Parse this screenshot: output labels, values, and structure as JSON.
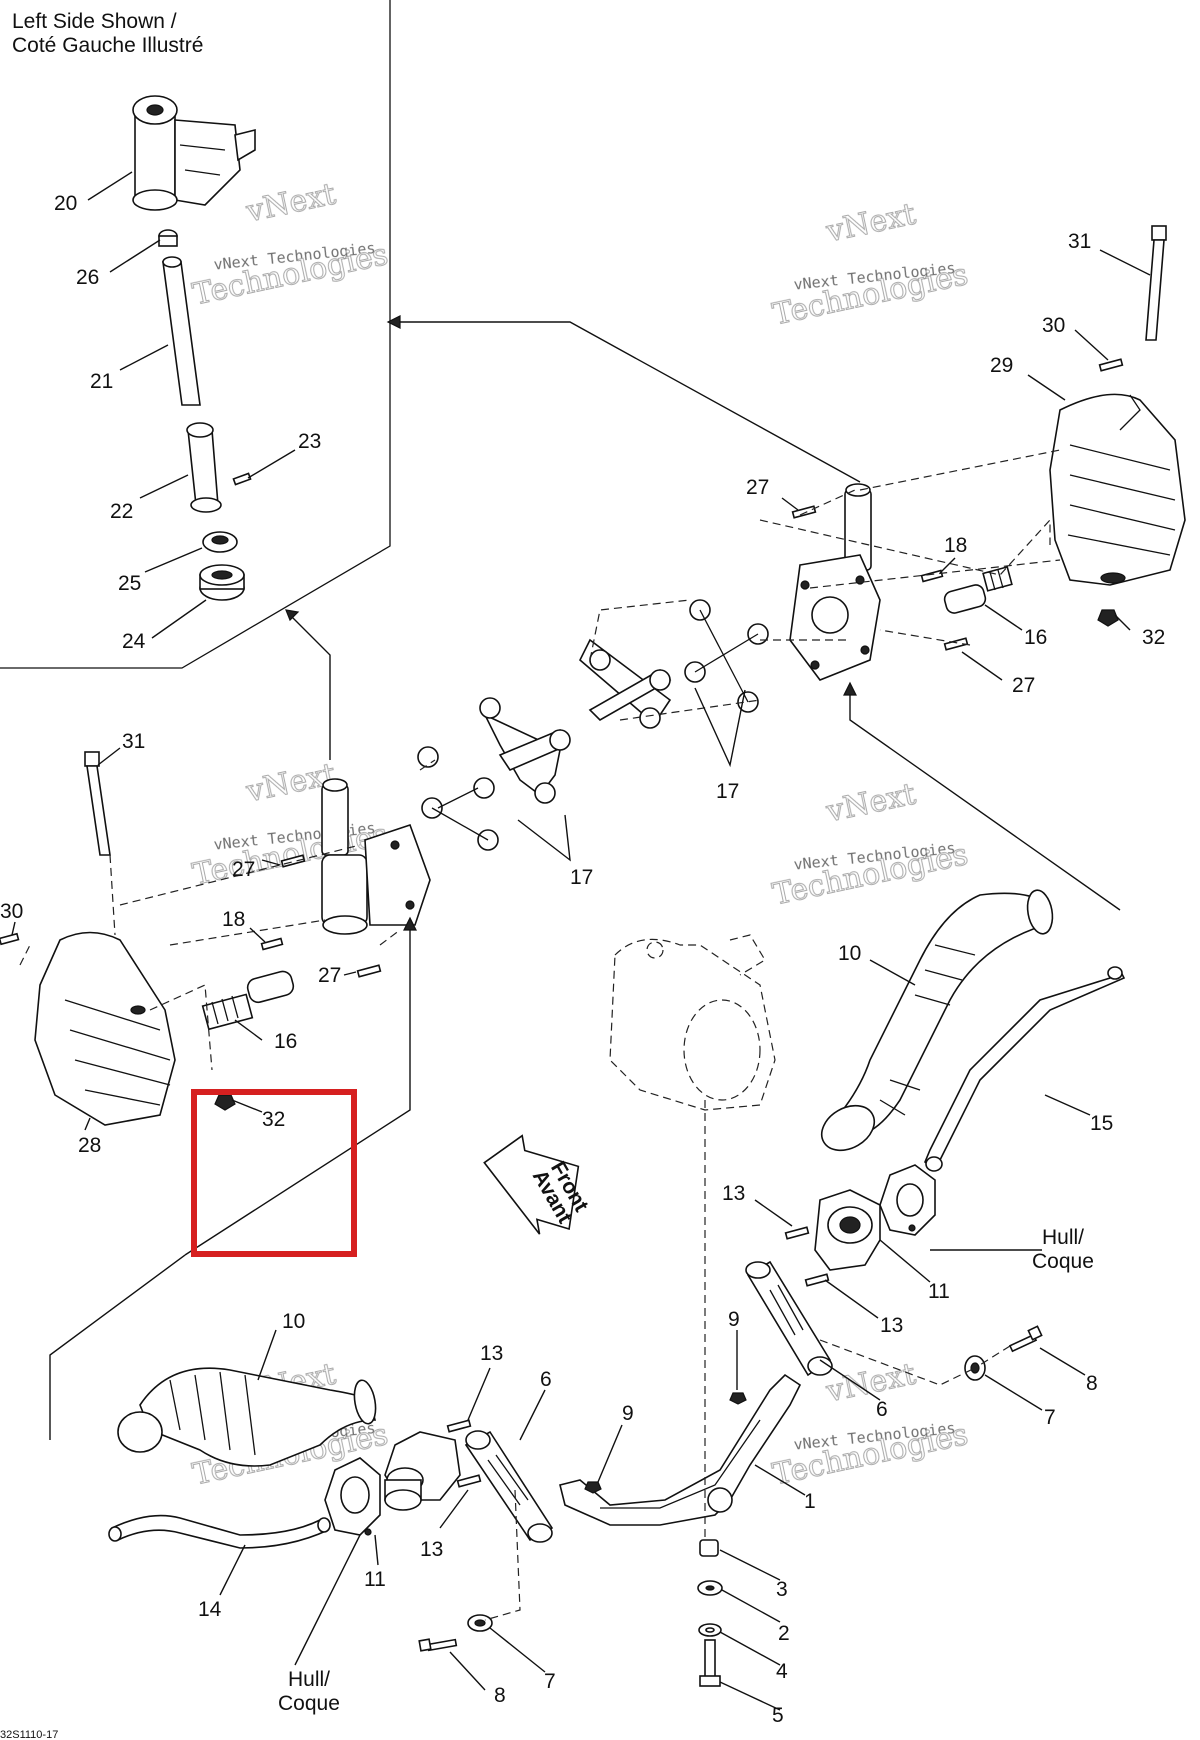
{
  "inset_title": [
    "Left Side Shown /",
    "Coté Gauche Illustré"
  ],
  "front_arrow": [
    "Front",
    "Avant"
  ],
  "hull_label": [
    "Hull/",
    "Coque"
  ],
  "drawing_code": "32S1110-17",
  "watermark": {
    "line1": "vNext",
    "line2": "vNext Technologies",
    "line3": "Technologies"
  },
  "callouts": [
    {
      "id": "c20",
      "text": "20"
    },
    {
      "id": "c26",
      "text": "26"
    },
    {
      "id": "c21",
      "text": "21"
    },
    {
      "id": "c23",
      "text": "23"
    },
    {
      "id": "c22",
      "text": "22"
    },
    {
      "id": "c25",
      "text": "25"
    },
    {
      "id": "c24",
      "text": "24"
    },
    {
      "id": "c31a",
      "text": "31"
    },
    {
      "id": "c30a",
      "text": "30"
    },
    {
      "id": "c29",
      "text": "29"
    },
    {
      "id": "c27a",
      "text": "27"
    },
    {
      "id": "c18a",
      "text": "18"
    },
    {
      "id": "c16a",
      "text": "16"
    },
    {
      "id": "c32a",
      "text": "32"
    },
    {
      "id": "c27b",
      "text": "27"
    },
    {
      "id": "c17a",
      "text": "17"
    },
    {
      "id": "c31b",
      "text": "31"
    },
    {
      "id": "c30b",
      "text": "30"
    },
    {
      "id": "c27c",
      "text": "27"
    },
    {
      "id": "c18b",
      "text": "18"
    },
    {
      "id": "c27d",
      "text": "27"
    },
    {
      "id": "c16b",
      "text": "16"
    },
    {
      "id": "c17b",
      "text": "17"
    },
    {
      "id": "c28",
      "text": "28"
    },
    {
      "id": "c32b",
      "text": "32"
    },
    {
      "id": "c10a",
      "text": "10"
    },
    {
      "id": "c15",
      "text": "15"
    },
    {
      "id": "c13a",
      "text": "13"
    },
    {
      "id": "c11a",
      "text": "11"
    },
    {
      "id": "c13b",
      "text": "13"
    },
    {
      "id": "c9a",
      "text": "9"
    },
    {
      "id": "c6a",
      "text": "6"
    },
    {
      "id": "c8a",
      "text": "8"
    },
    {
      "id": "c7a",
      "text": "7"
    },
    {
      "id": "c1",
      "text": "1"
    },
    {
      "id": "c10b",
      "text": "10"
    },
    {
      "id": "c13c",
      "text": "13"
    },
    {
      "id": "c6b",
      "text": "6"
    },
    {
      "id": "c9b",
      "text": "9"
    },
    {
      "id": "c14",
      "text": "14"
    },
    {
      "id": "c11b",
      "text": "11"
    },
    {
      "id": "c13d",
      "text": "13"
    },
    {
      "id": "c3",
      "text": "3"
    },
    {
      "id": "c2",
      "text": "2"
    },
    {
      "id": "c4",
      "text": "4"
    },
    {
      "id": "c7b",
      "text": "7"
    },
    {
      "id": "c8b",
      "text": "8"
    },
    {
      "id": "c5",
      "text": "5"
    }
  ],
  "highlight_color": "#d62020"
}
